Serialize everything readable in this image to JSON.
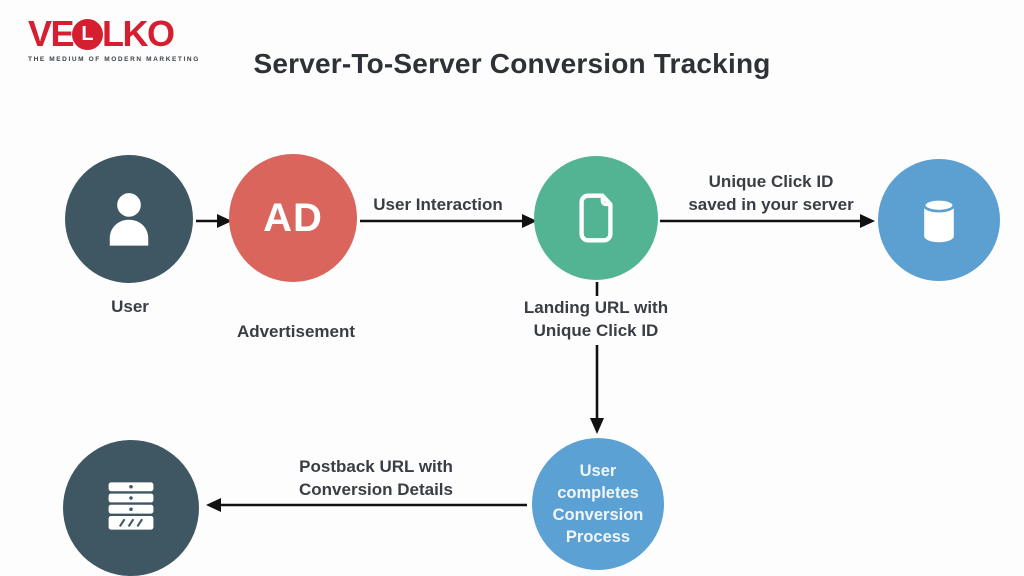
{
  "logo": {
    "prefix": "VE",
    "circle_letter": "L",
    "suffix": "LKO",
    "tagline": "THE MEDIUM OF MODERN MARKETING",
    "brand_color": "#d51f30"
  },
  "title": "Server-To-Server Conversion Tracking",
  "colors": {
    "dark_slate": "#3f5663",
    "coral": "#d9655c",
    "teal_green": "#53b493",
    "blue": "#5c9fd1",
    "light_blue": "#5ba1d3",
    "arrow_line": "#111111",
    "label_text": "#3a3e44",
    "background": "#fdfdfd"
  },
  "nodes": {
    "user": {
      "icon": "person-icon",
      "label": "User"
    },
    "ad": {
      "text": "AD",
      "label": "Advertisement"
    },
    "landing": {
      "icon": "document-icon",
      "label_line1": "Landing URL with",
      "label_line2": "Unique Click ID"
    },
    "database": {
      "icon": "database-icon"
    },
    "server": {
      "icon": "server-icon"
    },
    "conversion": {
      "lines": [
        "User",
        "completes",
        "Conversion",
        "Process"
      ]
    }
  },
  "edges": {
    "ad_to_landing_label": "User Interaction",
    "landing_to_db_label_line1": "Unique Click ID",
    "landing_to_db_label_line2": "saved in your server",
    "postback_label_line1": "Postback URL with",
    "postback_label_line2": "Conversion Details"
  }
}
